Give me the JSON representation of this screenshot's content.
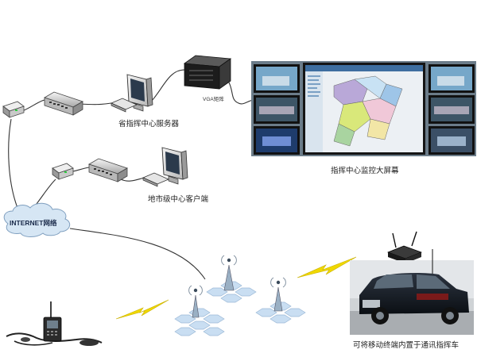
{
  "labels": {
    "provincial_server": "省指挥中心服务器",
    "vga_matrix": "VGA矩阵",
    "big_screen": "指挥中心监控大屏幕",
    "city_client": "地市级中心客户端",
    "internet": "INTERNET网络",
    "command_vehicle": "可将移动终端内置于通讯指挥车"
  },
  "colors": {
    "cloud_fill": "#d6e6f4",
    "hex_fill": "#c9def2",
    "lightning": "#f0d800",
    "screen_bg": "#8aa0b0"
  }
}
